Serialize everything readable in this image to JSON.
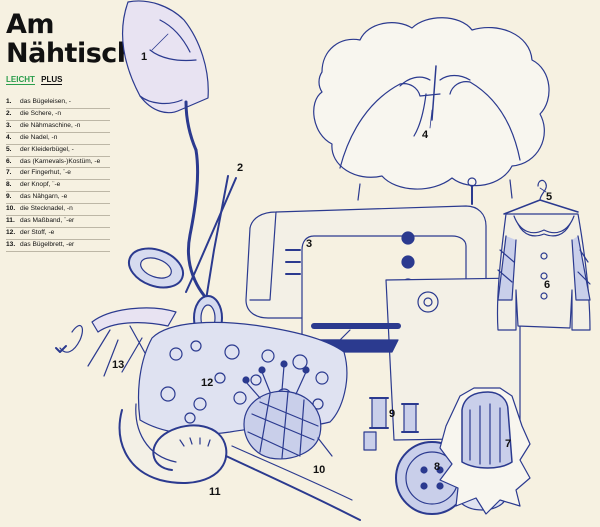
{
  "title_line1": "Am",
  "title_line2": "Nähtisch",
  "tags": {
    "leicht": "LEICHT",
    "plus": "PLUS"
  },
  "vocabulary": [
    {
      "num": "1.",
      "word": "das Bügeleisen, -"
    },
    {
      "num": "2.",
      "word": "die Schere, -n"
    },
    {
      "num": "3.",
      "word": "die Nähmaschine, -n"
    },
    {
      "num": "4.",
      "word": "die Nadel, -n"
    },
    {
      "num": "5.",
      "word": "der Kleiderbügel, -"
    },
    {
      "num": "6.",
      "word": "das (Karnevals-)Kostüm, -e"
    },
    {
      "num": "7.",
      "word": "der Fingerhut, ¨-e"
    },
    {
      "num": "8.",
      "word": "der Knopf, ¨-e"
    },
    {
      "num": "9.",
      "word": "das Nähgarn, -e"
    },
    {
      "num": "10.",
      "word": "die Stecknadel, -n"
    },
    {
      "num": "11.",
      "word": "das Maßband, ¨-er"
    },
    {
      "num": "12.",
      "word": "der Stoff, -e"
    },
    {
      "num": "13.",
      "word": "das Bügelbrett, -er"
    }
  ],
  "labels": {
    "n1": "1",
    "n2": "2",
    "n3": "3",
    "n4": "4",
    "n5": "5",
    "n6": "6",
    "n7": "7",
    "n8": "8",
    "n9": "9",
    "n10": "10",
    "n11": "11",
    "n12": "12",
    "n13": "13"
  },
  "colors": {
    "ink": "#2b3a8f",
    "paper": "#f6f1e1",
    "accent": "#2a9d4b"
  }
}
